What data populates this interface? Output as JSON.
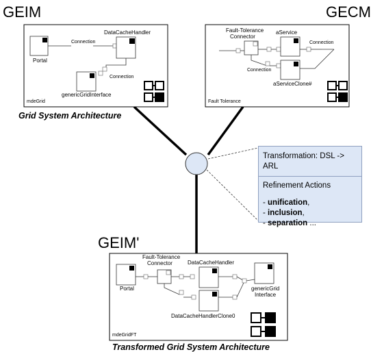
{
  "labels": {
    "geim": "GEIM",
    "gecm": "GECM",
    "geim_prime": "GEIM'",
    "grid_caption": "Grid System Architecture",
    "transformed_caption": "Transformed Grid System Architecture"
  },
  "panel_geim": {
    "portal": "Portal",
    "connection_1": "Connection",
    "data_cache_handler": "DataCacheHandler",
    "connection_2": "Connection",
    "generic_grid_interface": "genericGridInterface",
    "footer": "mdeGrid"
  },
  "panel_gecm": {
    "ft_connector_line1": "Fault-Tolerance",
    "ft_connector_line2": "Connector",
    "a_service": "aService",
    "connection_1": "Connection",
    "connection_2": "Connection",
    "a_service_clone": "aServiceClone#",
    "footer": "Fault Tolerance"
  },
  "panel_transformed": {
    "ft_connector_line1": "Fault-Tolerance",
    "ft_connector_line2": "Connector",
    "data_cache_handler": "DataCacheHandler",
    "portal": "Portal",
    "generic_grid_line1": "genericGrid",
    "generic_grid_line2": "Interface",
    "data_cache_handler_clone": "DataCacheHandlerClone0",
    "footer": "mdeGridFT"
  },
  "transformation": {
    "title": "Transformation: DSL -> ARL",
    "subtitle": "Refinement Actions",
    "items": [
      {
        "prefix": "- ",
        "bold": "unification",
        "suffix": ","
      },
      {
        "prefix": "- ",
        "bold": "inclusion",
        "suffix": ","
      },
      {
        "prefix": "- ",
        "bold": "separation",
        "suffix": " ..."
      }
    ]
  }
}
